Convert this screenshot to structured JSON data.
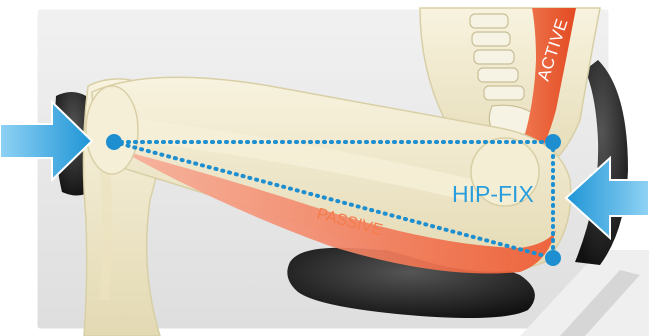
{
  "labels": {
    "active": "ACTIVE",
    "passive": "PASSIVE",
    "hip_fix": "HIP-FIX"
  },
  "colors": {
    "panel_background": "#e7e7e7",
    "panel_border": "#ffffff",
    "bone": "#f2ecd2",
    "bone_outline": "#d8cfa6",
    "muscle": "#f26b45",
    "muscle_light": "#f6a08a",
    "pad": "#1f1f1f",
    "arrow": "#39a9e0",
    "dotted_line": "#1d8fd0",
    "label_blue": "#2a9ddc",
    "label_white": "#ffffff",
    "label_orange": "#f47c4c"
  },
  "icons": {
    "left_arrow": "arrow-right-icon",
    "right_arrow": "arrow-left-icon"
  }
}
